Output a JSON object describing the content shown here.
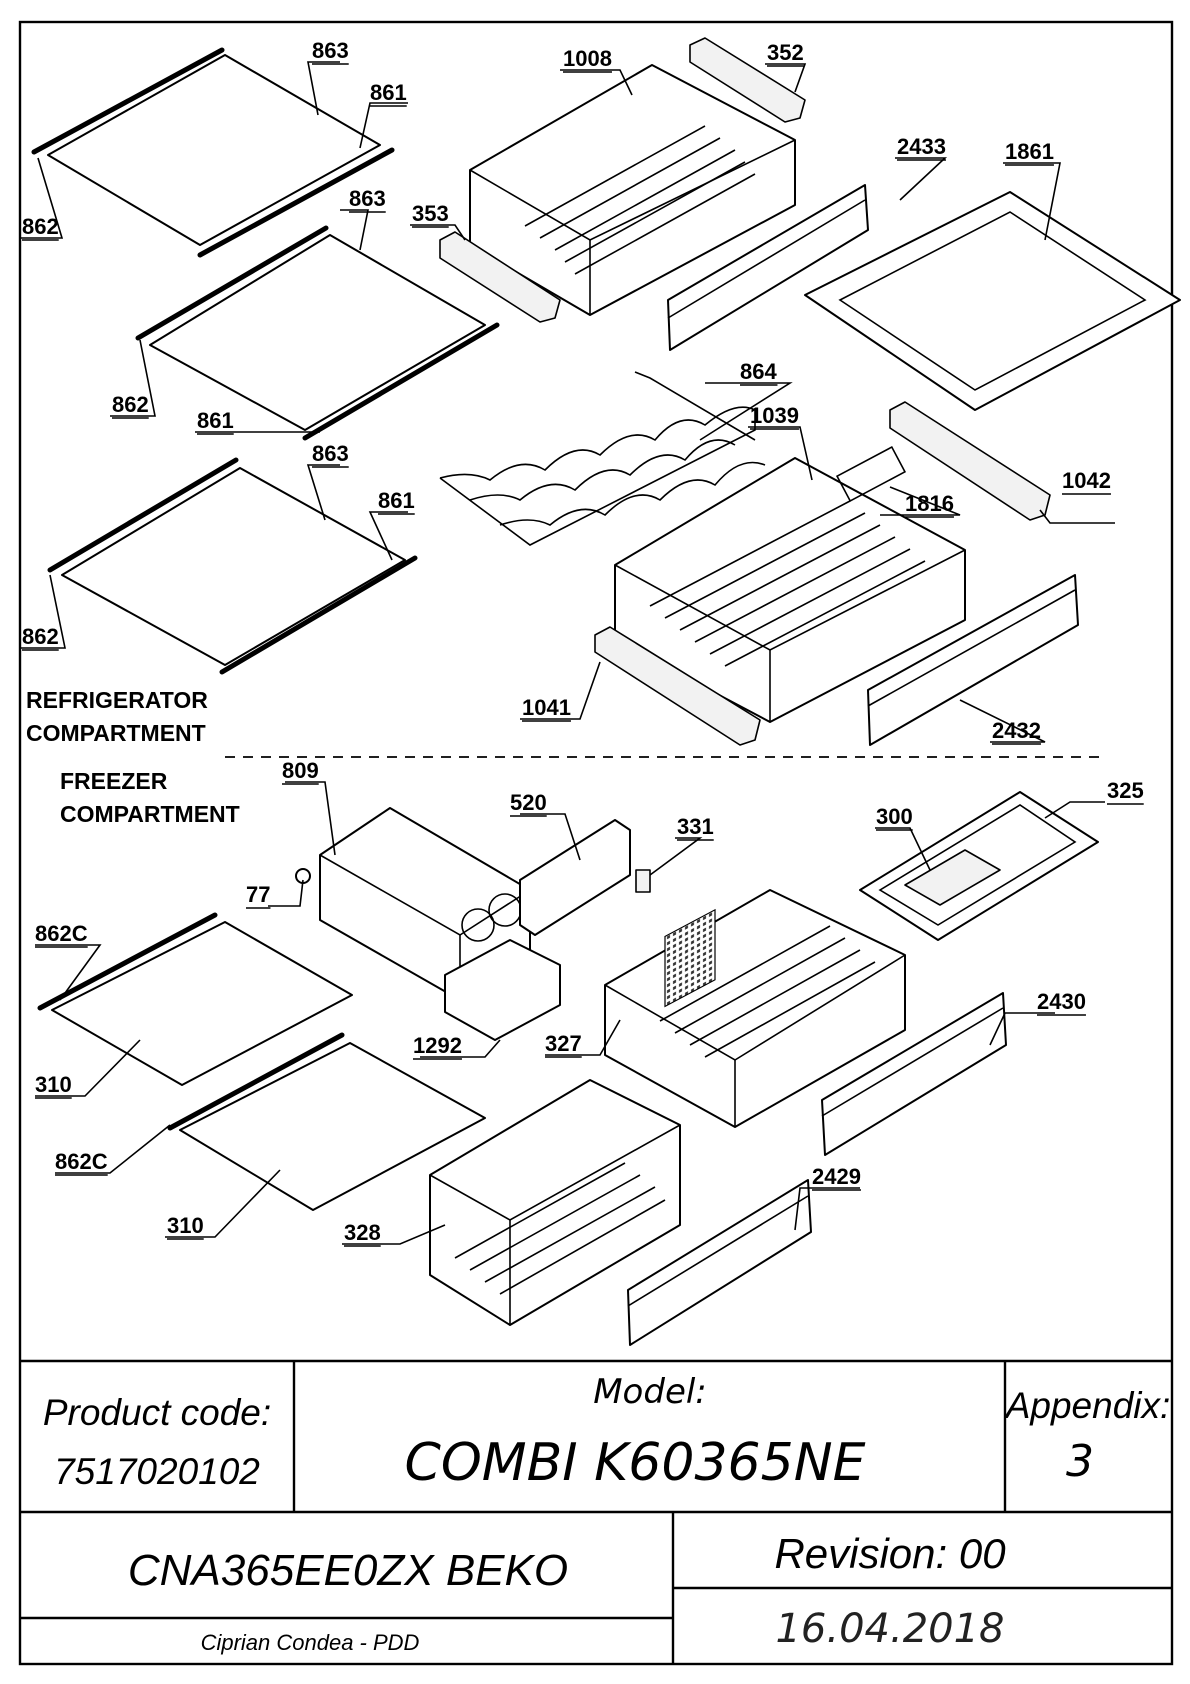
{
  "parts": [
    "863",
    "861",
    "862",
    "863",
    "862",
    "861",
    "863",
    "861",
    "862",
    "1008",
    "352",
    "353",
    "2433",
    "1861",
    "864",
    "1039",
    "1816",
    "1042",
    "1041",
    "2432",
    "809",
    "520",
    "331",
    "77",
    "300",
    "325",
    "862C",
    "310",
    "1292",
    "327",
    "2430",
    "862C",
    "310",
    "328",
    "2429"
  ],
  "sections": {
    "refrigerator_line1": "REFRIGERATOR",
    "refrigerator_line2": "COMPARTMENT",
    "freezer_line1": "FREEZER",
    "freezer_line2": "COMPARTMENT"
  },
  "title_block": {
    "product_code_label": "Product code:",
    "product_code": "7517020102",
    "model_label": "Model:",
    "model": "COMBI K60365NE",
    "appendix_label": "Appendix:",
    "appendix": "3",
    "product_name": "CNA365EE0ZX BEKO",
    "revision": "Revision: 00",
    "author": "Ciprian Condea - PDD",
    "date": "16.04.2018"
  }
}
